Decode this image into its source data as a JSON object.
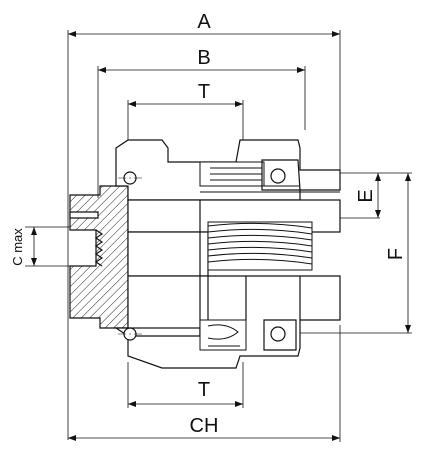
{
  "labels": {
    "A": "A",
    "B": "B",
    "T_top": "T",
    "T_bottom": "T",
    "CH": "CH",
    "E": "E",
    "F": "F",
    "C_max": "C max"
  },
  "colors": {
    "line": "#111111",
    "hatch": "#222222",
    "background": "#ffffff"
  }
}
